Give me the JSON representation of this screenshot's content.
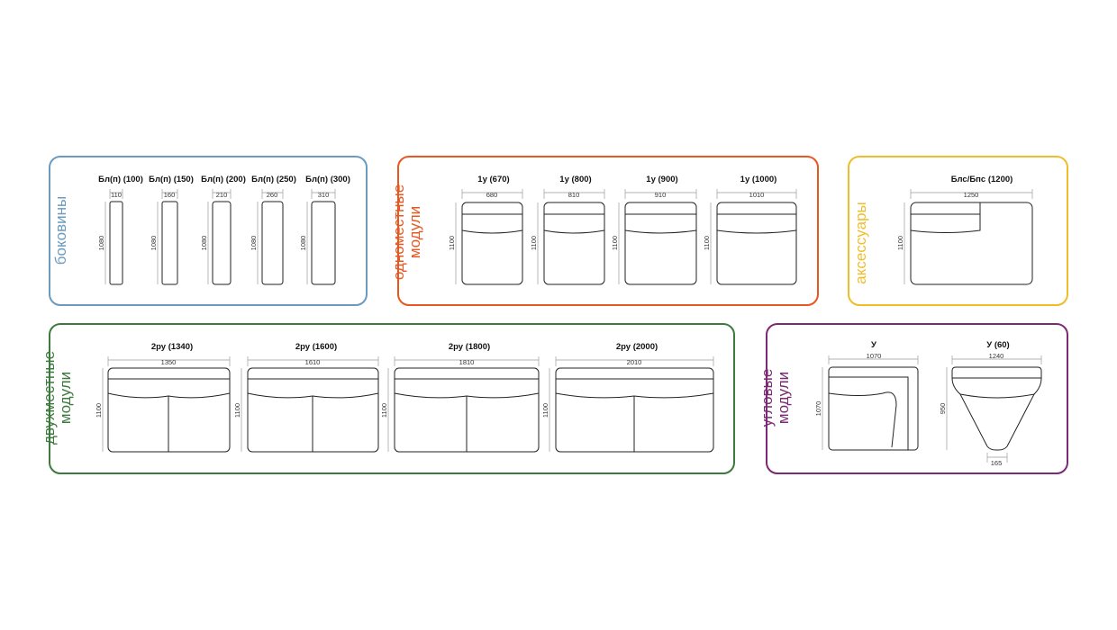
{
  "colors": {
    "bokoviny": "#6a9bbf",
    "odnomestnye": "#e8571f",
    "aksessuary": "#f0bd2a",
    "dvuhmestnye": "#3d7a3e",
    "uglovye": "#7b2a73"
  },
  "sections": {
    "bokoviny": {
      "title": "боковины",
      "items": [
        {
          "label": "Бл(п) (100)",
          "width": "110",
          "height": "1080"
        },
        {
          "label": "Бл(п) (150)",
          "width": "160",
          "height": "1080"
        },
        {
          "label": "Бл(п) (200)",
          "width": "210",
          "height": "1080"
        },
        {
          "label": "Бл(п) (250)",
          "width": "260",
          "height": "1080"
        },
        {
          "label": "Бл(п) (300)",
          "width": "310",
          "height": "1080"
        }
      ]
    },
    "odnomestnye": {
      "title_line1": "одноместные",
      "title_line2": "модули",
      "items": [
        {
          "label": "1у (670)",
          "width": "680",
          "height": "1100"
        },
        {
          "label": "1у (800)",
          "width": "810",
          "height": "1100"
        },
        {
          "label": "1у (900)",
          "width": "910",
          "height": "1100"
        },
        {
          "label": "1у (1000)",
          "width": "1010",
          "height": "1100"
        }
      ]
    },
    "aksessuary": {
      "title": "аксессуары",
      "items": [
        {
          "label": "Блс/Бпс (1200)",
          "width": "1250",
          "height": "1100"
        }
      ]
    },
    "dvuhmestnye": {
      "title_line1": "двухместные",
      "title_line2": "модули",
      "items": [
        {
          "label": "2ру (1340)",
          "width": "1350",
          "height": "1100"
        },
        {
          "label": "2ру (1600)",
          "width": "1610",
          "height": "1100"
        },
        {
          "label": "2ру (1800)",
          "width": "1810",
          "height": "1100"
        },
        {
          "label": "2ру (2000)",
          "width": "2010",
          "height": "1100"
        }
      ]
    },
    "uglovye": {
      "title_line1": "угловые",
      "title_line2": "модули",
      "items": [
        {
          "label": "У",
          "width": "1070",
          "height": "1070"
        },
        {
          "label": "У (60)",
          "width": "1240",
          "height": "950",
          "bottom": "165"
        }
      ]
    }
  }
}
